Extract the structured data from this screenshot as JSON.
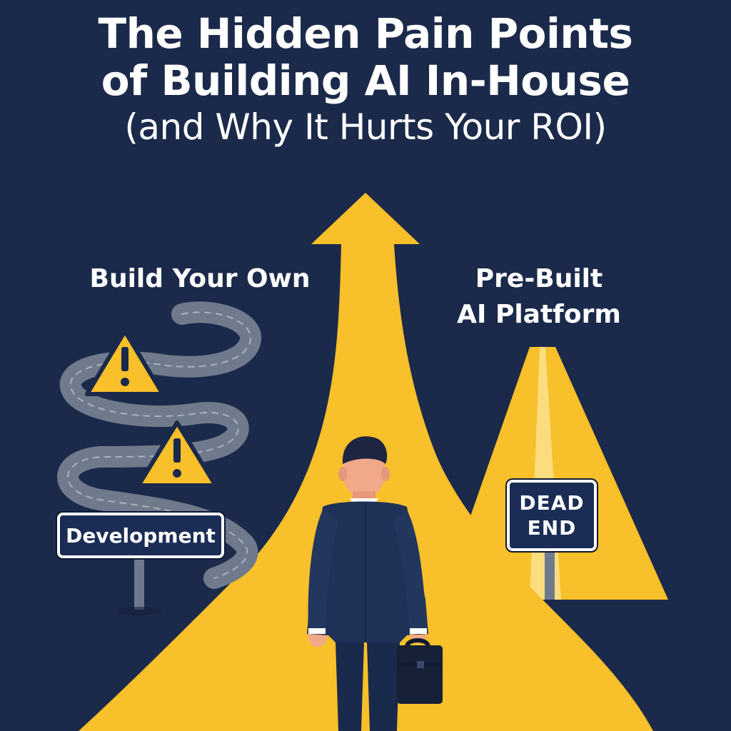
{
  "title": {
    "line1": "The Hidden Pain Points",
    "line2": "of Building AI In-House",
    "line3": "(and Why It Hurts Your ROI)"
  },
  "paths": {
    "left_label": "Build Your Own",
    "right_label_line1": "Pre-Built",
    "right_label_line2": "AI Platform"
  },
  "signs": {
    "development": "Development",
    "dead_end_line1": "DEAD",
    "dead_end_line2": "END"
  },
  "icons": [
    "warning-triangle-icon",
    "warning-triangle-icon",
    "upward-arrow-icon",
    "briefcase-icon"
  ],
  "colors": {
    "background": "#1b2a4a",
    "road_yellow": "#f8c02a",
    "winding_road": "#6f7a8c",
    "sign_blue": "#1b2d56",
    "text": "#ffffff"
  }
}
